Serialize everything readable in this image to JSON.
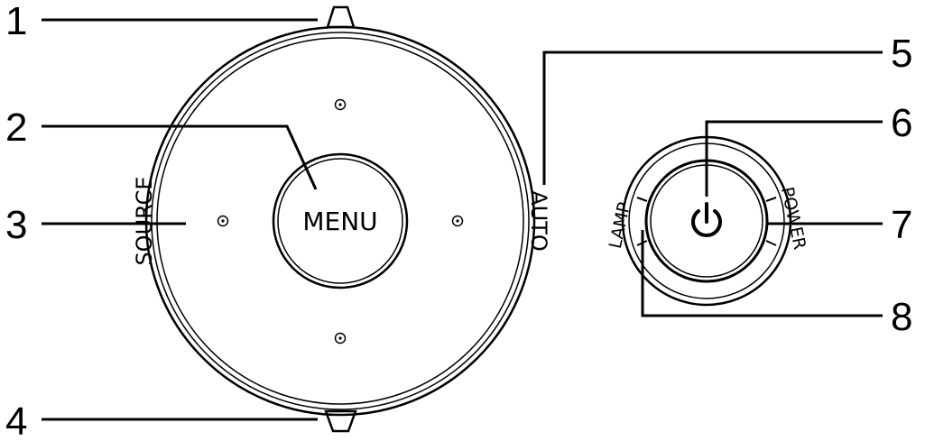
{
  "callouts": [
    {
      "number": "1",
      "target": "keystone up arrow"
    },
    {
      "number": "2",
      "target": "MENU button"
    },
    {
      "number": "3",
      "target": "SOURCE label"
    },
    {
      "number": "4",
      "target": "keystone down arrow"
    },
    {
      "number": "5",
      "target": "AUTO label"
    },
    {
      "number": "6",
      "target": "power button"
    },
    {
      "number": "7",
      "target": "POWER indicator"
    },
    {
      "number": "8",
      "target": "LAMP indicator"
    }
  ],
  "labels": {
    "menu": "MENU",
    "source": "SOURCE",
    "auto": "AUTO",
    "lamp": "LAMP",
    "power": "POWER"
  },
  "icons": {
    "keystone_up": "trapezoid-up-icon",
    "keystone_down": "trapezoid-down-icon",
    "power": "power-icon",
    "direction_dots": "dot-circle-icon"
  },
  "colors": {
    "line": "#000000",
    "background": "#ffffff"
  }
}
